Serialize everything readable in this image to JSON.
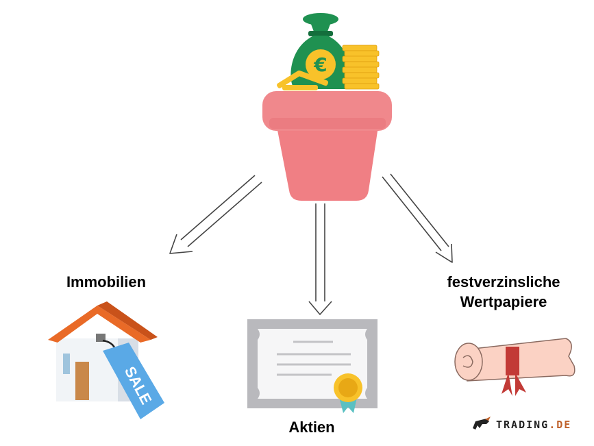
{
  "branches": {
    "left": {
      "label": "Immobilien",
      "sign_text": "SALE"
    },
    "center": {
      "label": "Aktien"
    },
    "right": {
      "label_line1": "festverzinsliche",
      "label_line2": "Wertpapiere"
    }
  },
  "source": {
    "bag_symbol": "€"
  },
  "logo": {
    "name": "TRADING",
    "suffix": ".DE"
  },
  "colors": {
    "pot": "#f07f84",
    "pot_rim": "#f0888c",
    "bag": "#1f9151",
    "coin": "#f8c22a",
    "roof": "#e96a27",
    "sale_tag": "#5aa9e6",
    "certificate": "#b9b9bd",
    "ribbon": "#c23a36",
    "scroll": "#fbd2c4"
  }
}
